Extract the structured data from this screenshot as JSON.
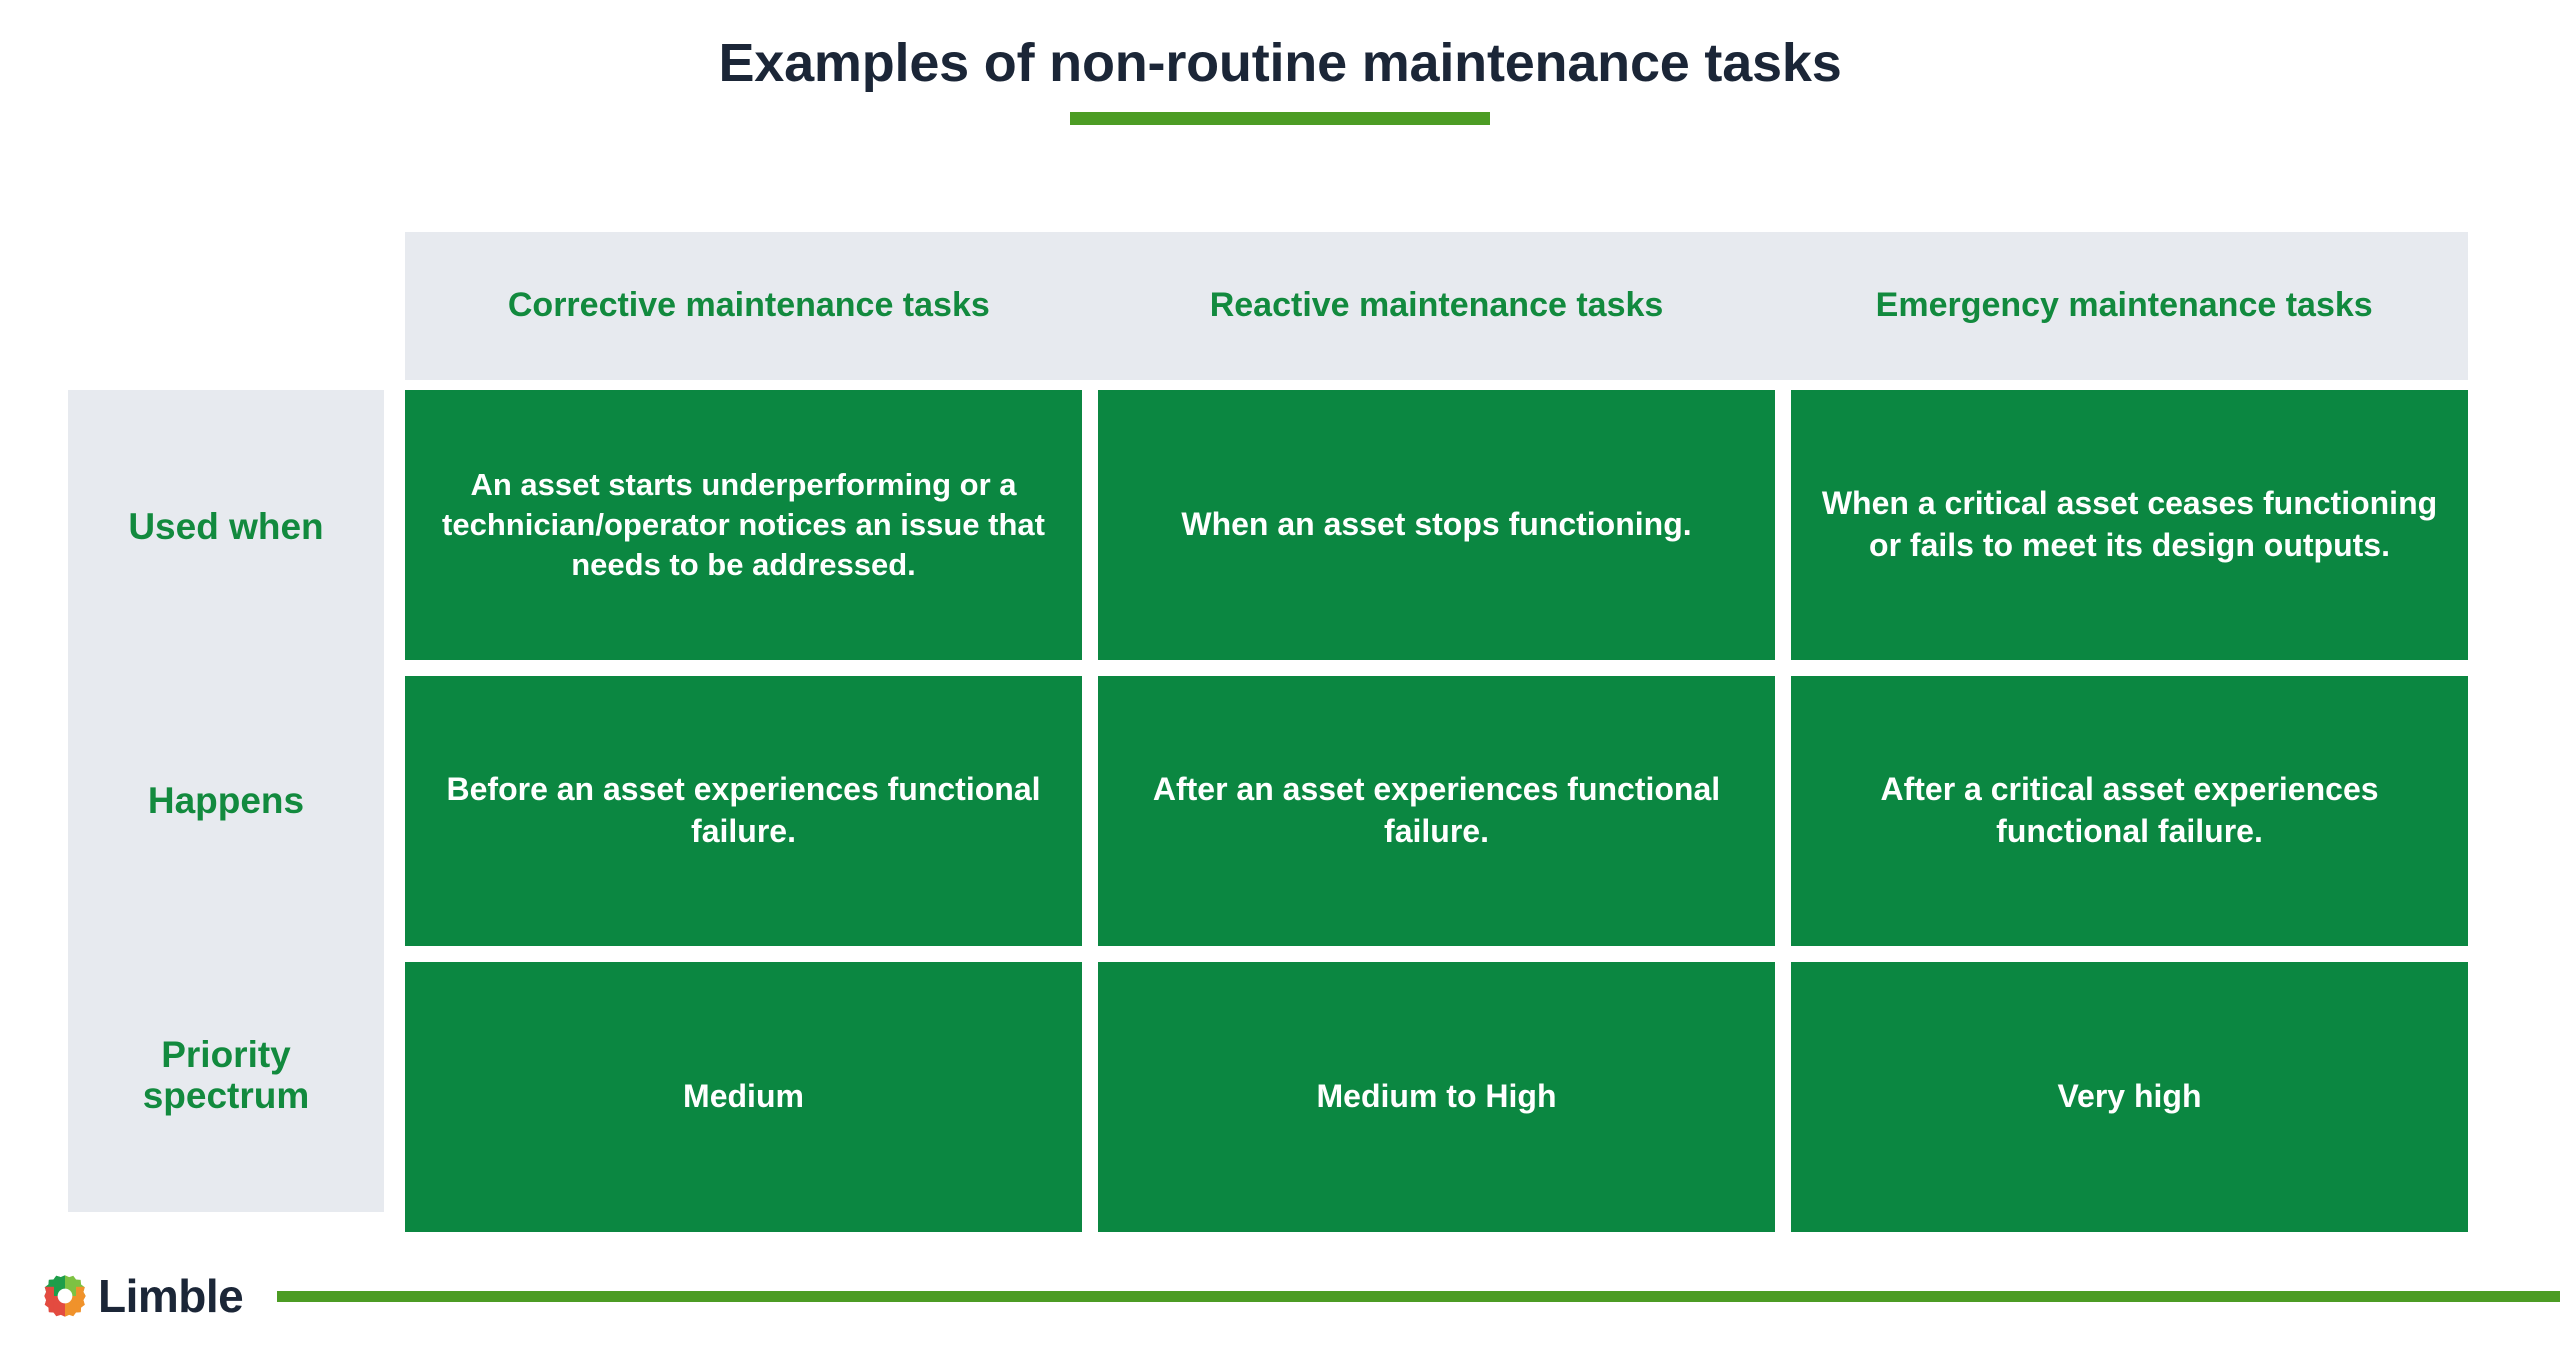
{
  "page": {
    "title": "Examples of non-routine maintenance tasks"
  },
  "colors": {
    "title_navy": "#1B2637",
    "accent_green_bar": "#4C9C24",
    "cell_green": "#0B8741",
    "header_gray": "#E7EAEF",
    "header_text_green": "#128A3E",
    "cell_text_white": "#FFFFFF"
  },
  "table": {
    "corner_label": "",
    "column_headers": [
      "Corrective maintenance tasks",
      "Reactive maintenance tasks",
      "Emergency maintenance tasks"
    ],
    "row_labels": [
      "Used when",
      "Happens",
      "Priority spectrum"
    ],
    "rows": [
      {
        "label": "Used when",
        "cells": [
          "An asset starts underperforming or a technician/operator notices an issue that needs to be addressed.",
          "When an asset stops functioning.",
          "When a critical asset ceases functioning or fails to meet its design outputs."
        ]
      },
      {
        "label": "Happens",
        "cells": [
          "Before an asset experiences functional failure.",
          "After an asset experiences functional failure.",
          "After a critical asset experiences functional failure."
        ]
      },
      {
        "label": "Priority spectrum",
        "cells": [
          "Medium",
          "Medium to High",
          "Very high"
        ]
      }
    ]
  },
  "footer": {
    "brand": "Limble",
    "logo_icon": "limble-gear-logo-icon",
    "logo_colors": {
      "dark_green": "#1E9E4A",
      "light_green": "#7DC242",
      "red": "#E34B40",
      "orange": "#F0922B"
    }
  }
}
